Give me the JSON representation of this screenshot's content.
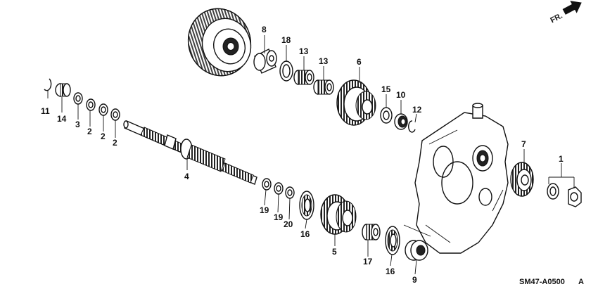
{
  "diagram": {
    "direction_label": "FR.",
    "code": "SM47-A0500",
    "code_suffix": "A"
  },
  "callouts": {
    "c1": "1",
    "c2a": "2",
    "c2b": "2",
    "c2c": "2",
    "c3": "3",
    "c4": "4",
    "c5": "5",
    "c6": "6",
    "c7": "7",
    "c8": "8",
    "c9": "9",
    "c10": "10",
    "c11": "11",
    "c12": "12",
    "c13a": "13",
    "c13b": "13",
    "c14": "14",
    "c15": "15",
    "c16a": "16",
    "c16b": "16",
    "c17": "17",
    "c18": "18",
    "c19a": "19",
    "c19b": "19",
    "c20": "20"
  }
}
